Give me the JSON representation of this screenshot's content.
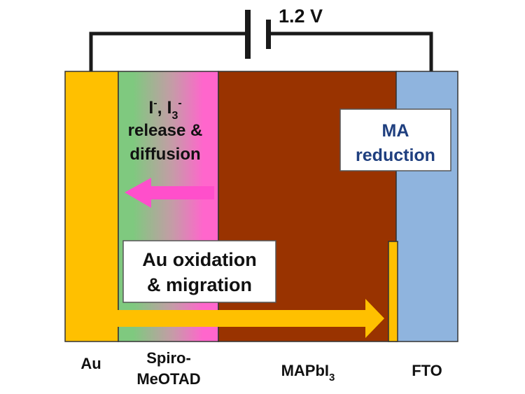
{
  "voltage_label": "1.2 V",
  "spiro_box": {
    "line1_main": "I",
    "line1_sup": "-",
    "line1_sep": ", ",
    "line1_second": "I",
    "line1_sub": "3",
    "line1_sup2": "-",
    "line2": "release &",
    "line3": "diffusion"
  },
  "fto_box": {
    "line1": "MA",
    "line2": "reduction"
  },
  "au_box": {
    "line1": "Au oxidation",
    "line2": "& migration"
  },
  "layers": {
    "au": "Au",
    "spiro_line1": "Spiro-",
    "spiro_line2": "MeOTAD",
    "mapbi_main": "MAPbI",
    "mapbi_sub": "3",
    "fto": "FTO"
  },
  "colors": {
    "au": "#FFC000",
    "mapbi": "#993300",
    "fto": "#8FB4DE",
    "spiro_green": "#7FC97F",
    "spiro_pink": "#FF66CC",
    "arrow_pink": "#FF4FCB",
    "arrow_gold": "#FFC000",
    "fto_text": "#1F3F7F",
    "wire": "#1a1a1a"
  }
}
